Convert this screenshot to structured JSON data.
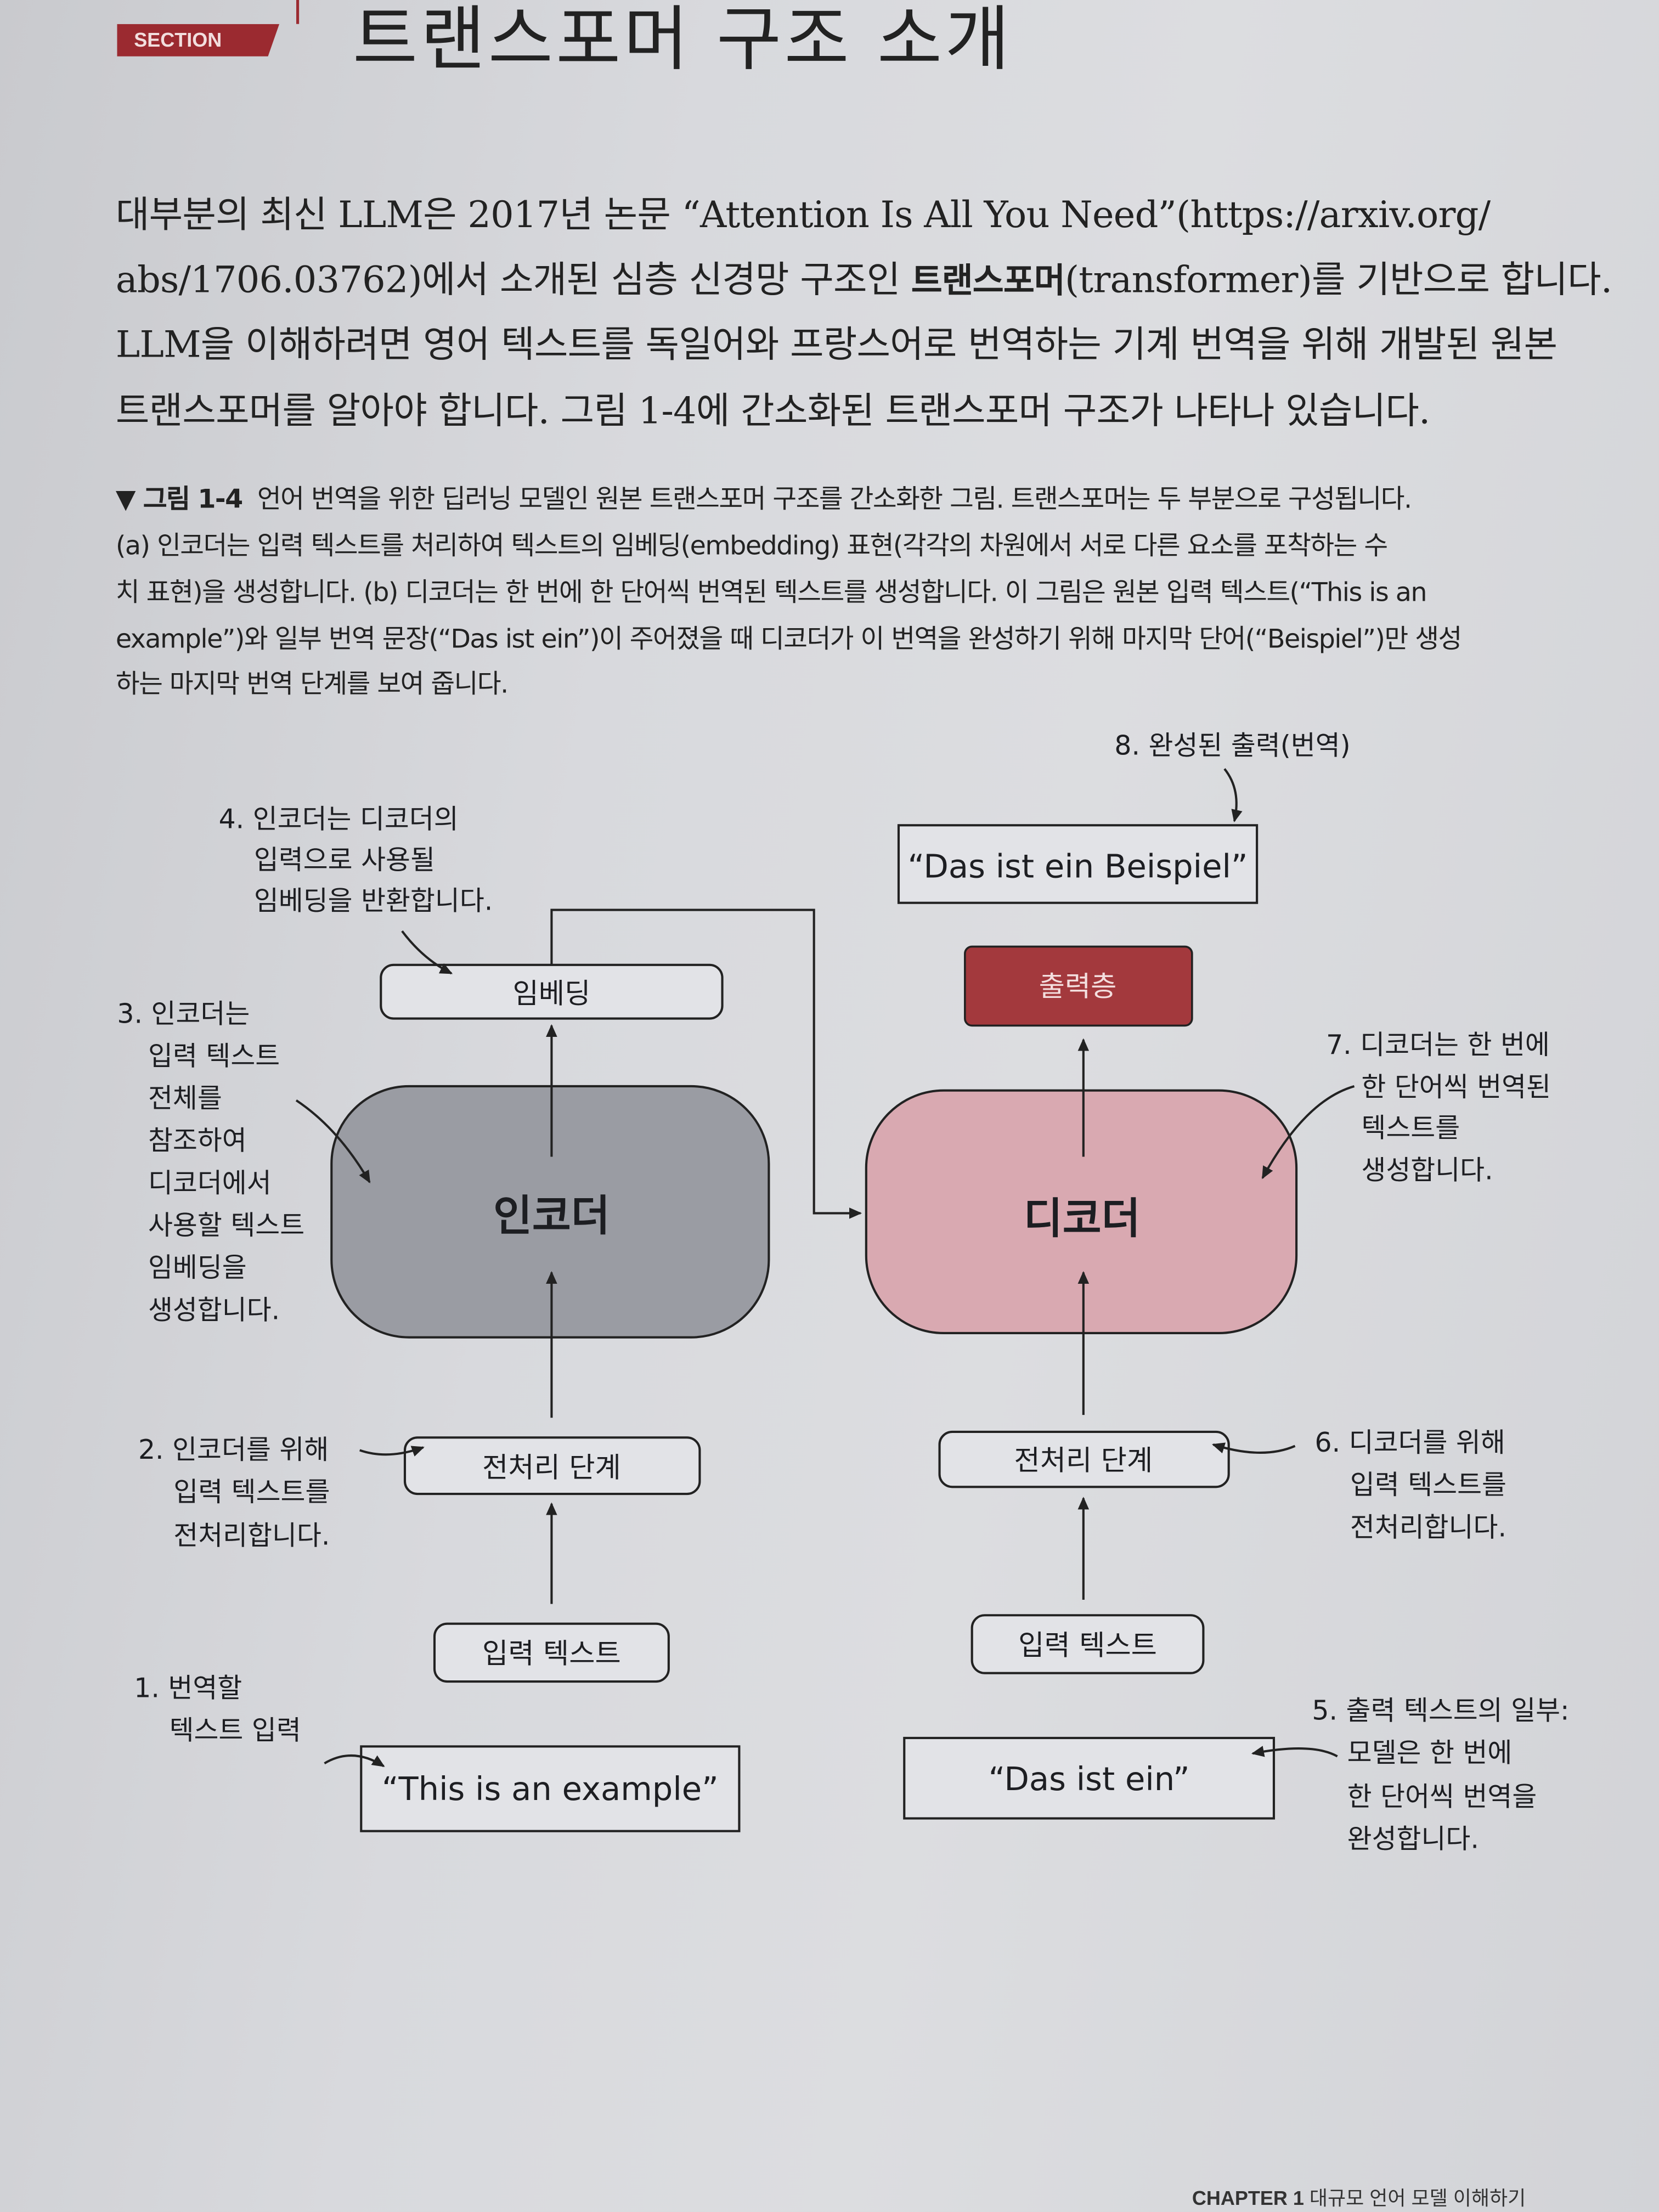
{
  "header": {
    "section_badge": "SECTION",
    "title": "트랜스포머 구조 소개"
  },
  "body": {
    "paragraph_lines": [
      "대부분의 최신 LLM은 2017년 논문 “Attention Is All You Need”(https://arxiv.org/",
      "abs/1706.03762)에서 소개된 심층 신경망 구조인 ",
      "LLM을 이해하려면 영어 텍스트를 독일어와 프랑스어로 번역하는 기계 번역을 위해 개발된 원본",
      "트랜스포머를 알아야 합니다. 그림 1-4에 간소화된 트랜스포머 구조가 나타나 있습니다."
    ],
    "bold_term": "트랜스포머",
    "line2_tail": "(transformer)를 기반으로 합니다."
  },
  "caption": {
    "label": "▼ 그림 1-4",
    "lines": [
      "언어 번역을 위한 딥러닝 모델인 원본 트랜스포머 구조를 간소화한 그림. 트랜스포머는 두 부분으로 구성됩니다.",
      "(a) 인코더는 입력 텍스트를 처리하여 텍스트의 임베딩(embedding) 표현(각각의 차원에서 서로 다른 요소를 포착하는 수",
      "치 표현)을 생성합니다. (b) 디코더는 한 번에 한 단어씩 번역된 텍스트를 생성합니다. 이 그림은 원본 입력 텍스트(“This is an",
      "example”)와 일부 번역 문장(“Das ist ein”)이 주어졌을 때 디코더가 이 번역을 완성하기 위해 마지막 단어(“Beispiel”)만 생성",
      "하는 마지막 번역 단계를 보여 줍니다."
    ]
  },
  "diagram": {
    "encoder": "인코더",
    "decoder": "디코더",
    "embedding": "임베딩",
    "output_layer": "출력층",
    "preprocess_left": "전처리 단계",
    "preprocess_right": "전처리 단계",
    "input_left": "입력 텍스트",
    "input_right": "입력 텍스트",
    "source_text": "“This is an example”",
    "partial_text": "“Das ist ein”",
    "final_output": "“Das ist ein Beispiel”",
    "ann1": [
      "1. 번역할",
      "텍스트 입력"
    ],
    "ann2": [
      "2. 인코더를 위해",
      "입력 텍스트를",
      "전처리합니다."
    ],
    "ann3": [
      "3. 인코더는",
      "입력 텍스트",
      "전체를",
      "참조하여",
      "디코더에서",
      "사용할 텍스트",
      "임베딩을",
      "생성합니다."
    ],
    "ann4": [
      "4. 인코더는 디코더의",
      "입력으로 사용될",
      "임베딩을 반환합니다."
    ],
    "ann5": [
      "5. 출력 텍스트의 일부:",
      "모델은 한 번에",
      "한 단어씩 번역을",
      "완성합니다."
    ],
    "ann6": [
      "6. 디코더를 위해",
      "입력 텍스트를",
      "전처리합니다."
    ],
    "ann7": [
      "7. 디코더는 한 번에",
      "한 단어씩 번역된",
      "텍스트를",
      "생성합니다."
    ],
    "ann8": "8. 완성된 출력(번역)",
    "colors": {
      "encoder": "#9a9ca3",
      "decoder": "#d9a9b1",
      "output_layer": "#a3393d",
      "badge": "#9b2a30"
    }
  },
  "footer": {
    "chapter": "CHAPTER 1",
    "title": "대규모 언어 모델 이해하기"
  }
}
